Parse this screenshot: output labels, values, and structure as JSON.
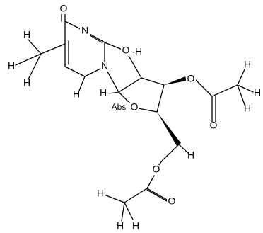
{
  "molecule": {
    "atom_labels": {
      "carbonyl_oxygen": "O",
      "ring_nitrogen_top": "N",
      "ring_nitrogen_bottom": "N",
      "bridge_oxygen": "O",
      "furanose_oxygen": "O",
      "acetoxy_ester_oxygen_upper": "O",
      "acetoxy_carbonyl_oxygen_upper": "O",
      "acetoxy_ester_oxygen_lower": "O",
      "acetoxy_carbonyl_oxygen_lower": "O",
      "abs_label": "Abs",
      "methyl_h_left": "H",
      "methyl_h_top": "H",
      "methyl_h_bottom": "H",
      "ring_ch_h": "H",
      "stereo_h_right": "H",
      "stereo_h_left": "H",
      "acetyl_methyl_h_1": "H",
      "acetyl_methyl_h_2": "H",
      "acetyl_methyl_h_3": "H",
      "acetyl_methyl_h_4": "H",
      "acetyl_methyl_h_5": "H",
      "acetyl_methyl_h_6": "H",
      "ch2_h": "H"
    }
  }
}
